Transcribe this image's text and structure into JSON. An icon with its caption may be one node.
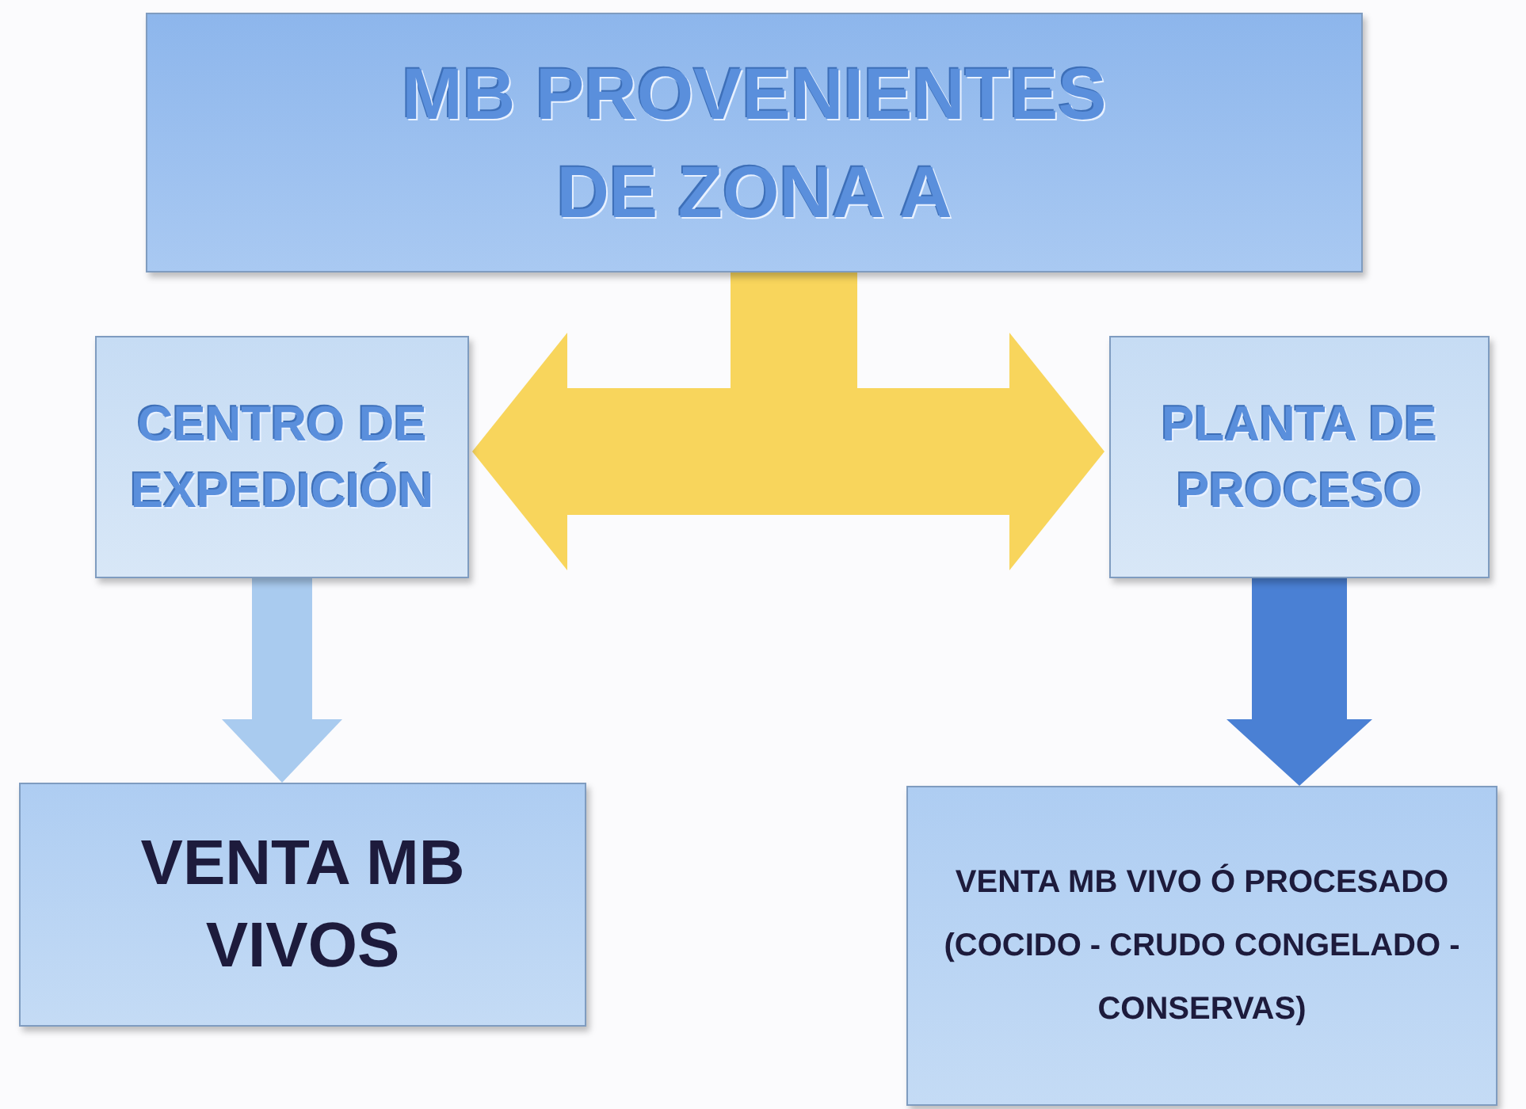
{
  "diagram": {
    "nodes": [
      {
        "text": [
          "MB PROVENIENTES DE ZONA A"
        ]
      },
      {
        "text": [
          "CENTRO DE EXPEDICIÓN"
        ]
      },
      {
        "text": [
          "PLANTA DE PROCESO"
        ]
      },
      {
        "text": [
          "VENTA MB VIVOS"
        ]
      },
      {
        "text": [
          "VENTA MB VIVO Ó PROCESADO (COCIDO - CRUDO CONGELADO - CONSERVAS)"
        ]
      }
    ],
    "edges": [
      {
        "from": 0,
        "to": 1,
        "arrow": "to",
        "color": "#f8d55c"
      },
      {
        "from": 0,
        "to": 2,
        "arrow": "to",
        "color": "#f8d55c"
      },
      {
        "from": 1,
        "to": 3,
        "arrow": "to",
        "color": "#a9cbef"
      },
      {
        "from": 2,
        "to": 4,
        "arrow": "to",
        "color": "#4a80d4"
      }
    ]
  }
}
